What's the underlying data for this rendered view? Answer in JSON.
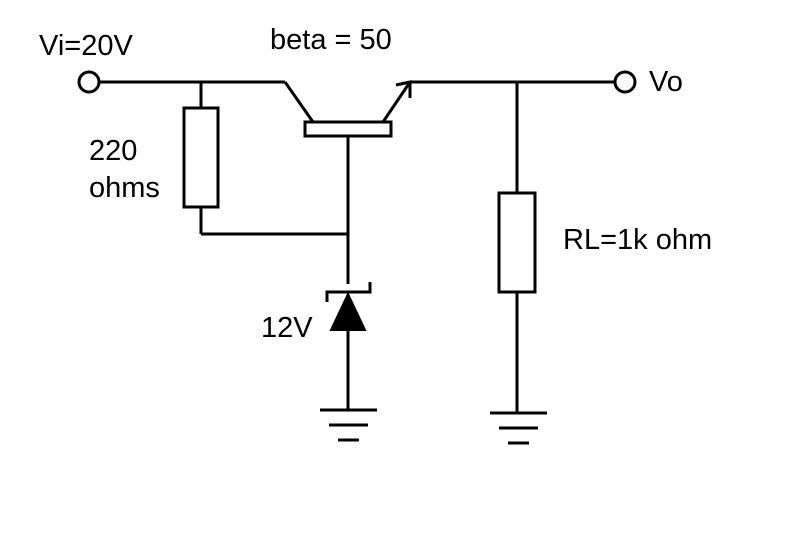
{
  "labels": {
    "input_voltage": "Vi=20V",
    "beta": "beta = 50",
    "output": "Vo",
    "resistor_value": "220",
    "resistor_unit": "ohms",
    "zener_voltage": "12V",
    "load_resistor": "RL=1k ohm"
  }
}
